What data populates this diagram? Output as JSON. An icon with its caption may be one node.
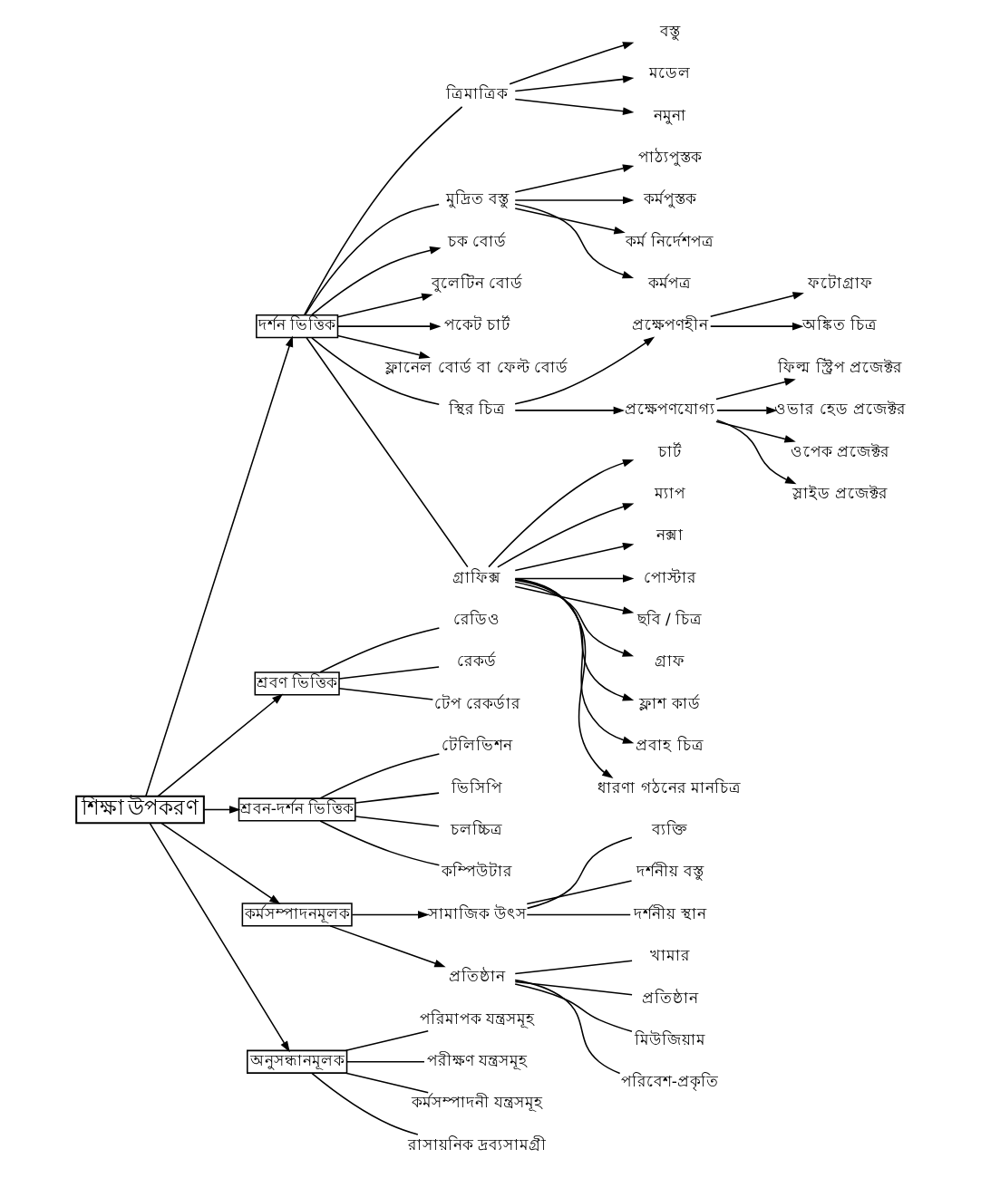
{
  "diagram": {
    "nodes": [
      {
        "text": [
          "শিক্ষা উপকরণ"
        ]
      },
      {
        "text": [
          "দর্শন ভিত্তিক"
        ]
      },
      {
        "text": [
          "শ্রবণ ভিত্তিক"
        ]
      },
      {
        "text": [
          "শ্রবন-দর্শন ভিত্তিক"
        ]
      },
      {
        "text": [
          "কর্মসম্পাদনমূলক"
        ]
      },
      {
        "text": [
          "অনুসন্ধানমূলক"
        ]
      },
      {
        "text": [
          "ত্রিমাত্রিক"
        ]
      },
      {
        "text": [
          "বস্তু"
        ]
      },
      {
        "text": [
          "মডেল"
        ]
      },
      {
        "text": [
          "নমুনা"
        ]
      },
      {
        "text": [
          "মুদ্রিত বস্তু"
        ]
      },
      {
        "text": [
          "পাঠ্যপুস্তক"
        ]
      },
      {
        "text": [
          "কর্মপুস্তক"
        ]
      },
      {
        "text": [
          "কর্ম নির্দেশপত্র"
        ]
      },
      {
        "text": [
          "কর্মপত্র"
        ]
      },
      {
        "text": [
          "চক বোর্ড"
        ]
      },
      {
        "text": [
          "বুলেটিন বোর্ড"
        ]
      },
      {
        "text": [
          "পকেট চার্ট"
        ]
      },
      {
        "text": [
          "ফ্লানেল বোর্ড বা ফেল্ট বোর্ড"
        ]
      },
      {
        "text": [
          "স্থির চিত্র"
        ]
      },
      {
        "text": [
          "প্রক্ষেপণহীন"
        ]
      },
      {
        "text": [
          "ফটোগ্রাফ"
        ]
      },
      {
        "text": [
          "অঙ্কিত চিত্র"
        ]
      },
      {
        "text": [
          "প্রক্ষেপণযোগ্য"
        ]
      },
      {
        "text": [
          "ফিল্ম স্ট্রিপ প্রজেক্টর"
        ]
      },
      {
        "text": [
          "ওভার হেড প্রজেক্টর"
        ]
      },
      {
        "text": [
          "ওপেক প্রজেক্টর"
        ]
      },
      {
        "text": [
          "স্লাইড প্রজেক্টর"
        ]
      },
      {
        "text": [
          "গ্রাফিক্স"
        ]
      },
      {
        "text": [
          "চার্ট"
        ]
      },
      {
        "text": [
          "ম্যাপ"
        ]
      },
      {
        "text": [
          "নক্সা"
        ]
      },
      {
        "text": [
          "পোস্টার"
        ]
      },
      {
        "text": [
          "ছবি / চিত্র"
        ]
      },
      {
        "text": [
          "গ্রাফ"
        ]
      },
      {
        "text": [
          "ফ্লাশ কার্ড"
        ]
      },
      {
        "text": [
          "প্রবাহ চিত্র"
        ]
      },
      {
        "text": [
          "ধারণা গঠনের মানচিত্র"
        ]
      },
      {
        "text": [
          "রেডিও"
        ]
      },
      {
        "text": [
          "রেকর্ড"
        ]
      },
      {
        "text": [
          "টেপ রেকর্ডার"
        ]
      },
      {
        "text": [
          "টেলিভিশন"
        ]
      },
      {
        "text": [
          "ভিসিপি"
        ]
      },
      {
        "text": [
          "চলচ্চিত্র"
        ]
      },
      {
        "text": [
          "কম্পিউটার"
        ]
      },
      {
        "text": [
          "সামাজিক উৎস"
        ]
      },
      {
        "text": [
          "ব্যক্তি"
        ]
      },
      {
        "text": [
          "দর্শনীয় বস্তু"
        ]
      },
      {
        "text": [
          "দর্শনীয় স্থান"
        ]
      },
      {
        "text": [
          "প্রতিষ্ঠান"
        ]
      },
      {
        "text": [
          "খামার"
        ]
      },
      {
        "text": [
          "প্রতিষ্ঠান"
        ]
      },
      {
        "text": [
          "মিউজিয়াম"
        ]
      },
      {
        "text": [
          "পরিবেশ-প্রকৃতি"
        ]
      },
      {
        "text": [
          "পরিমাপক যন্ত্রসমূহ"
        ]
      },
      {
        "text": [
          "পরীক্ষণ যন্ত্রসমূহ"
        ]
      },
      {
        "text": [
          "কর্মসম্পাদনী যন্ত্রসমূহ"
        ]
      },
      {
        "text": [
          "রাসায়নিক দ্রব্যসামগ্রী"
        ]
      }
    ],
    "edges": [
      {
        "from": 0,
        "to": 1,
        "arrow": "to"
      },
      {
        "from": 0,
        "to": 2,
        "arrow": "to"
      },
      {
        "from": 0,
        "to": 3,
        "arrow": "to"
      },
      {
        "from": 0,
        "to": 4,
        "arrow": "to"
      },
      {
        "from": 0,
        "to": 5,
        "arrow": "to"
      },
      {
        "from": 1,
        "to": 6,
        "arrow": "none"
      },
      {
        "from": 6,
        "to": 7,
        "arrow": "to"
      },
      {
        "from": 6,
        "to": 8,
        "arrow": "to"
      },
      {
        "from": 6,
        "to": 9,
        "arrow": "to"
      },
      {
        "from": 1,
        "to": 10,
        "arrow": "none"
      },
      {
        "from": 10,
        "to": 11,
        "arrow": "to"
      },
      {
        "from": 10,
        "to": 12,
        "arrow": "to"
      },
      {
        "from": 10,
        "to": 13,
        "arrow": "to"
      },
      {
        "from": 10,
        "to": 14,
        "arrow": "to"
      },
      {
        "from": 1,
        "to": 15,
        "arrow": "to"
      },
      {
        "from": 1,
        "to": 16,
        "arrow": "to"
      },
      {
        "from": 1,
        "to": 17,
        "arrow": "to"
      },
      {
        "from": 1,
        "to": 18,
        "arrow": "to"
      },
      {
        "from": 1,
        "to": 19,
        "arrow": "none"
      },
      {
        "from": 19,
        "to": 20,
        "arrow": "to"
      },
      {
        "from": 20,
        "to": 21,
        "arrow": "to"
      },
      {
        "from": 20,
        "to": 22,
        "arrow": "to"
      },
      {
        "from": 19,
        "to": 23,
        "arrow": "to"
      },
      {
        "from": 23,
        "to": 24,
        "arrow": "to"
      },
      {
        "from": 23,
        "to": 25,
        "arrow": "to"
      },
      {
        "from": 23,
        "to": 26,
        "arrow": "to"
      },
      {
        "from": 23,
        "to": 27,
        "arrow": "to"
      },
      {
        "from": 1,
        "to": 28,
        "arrow": "none"
      },
      {
        "from": 28,
        "to": 29,
        "arrow": "to"
      },
      {
        "from": 28,
        "to": 30,
        "arrow": "to"
      },
      {
        "from": 28,
        "to": 31,
        "arrow": "to"
      },
      {
        "from": 28,
        "to": 32,
        "arrow": "to"
      },
      {
        "from": 28,
        "to": 33,
        "arrow": "to"
      },
      {
        "from": 28,
        "to": 34,
        "arrow": "to"
      },
      {
        "from": 28,
        "to": 35,
        "arrow": "to"
      },
      {
        "from": 28,
        "to": 36,
        "arrow": "to"
      },
      {
        "from": 28,
        "to": 37,
        "arrow": "to"
      },
      {
        "from": 2,
        "to": 38,
        "arrow": "none"
      },
      {
        "from": 2,
        "to": 39,
        "arrow": "none"
      },
      {
        "from": 2,
        "to": 40,
        "arrow": "none"
      },
      {
        "from": 3,
        "to": 41,
        "arrow": "none"
      },
      {
        "from": 3,
        "to": 42,
        "arrow": "none"
      },
      {
        "from": 3,
        "to": 43,
        "arrow": "none"
      },
      {
        "from": 3,
        "to": 44,
        "arrow": "none"
      },
      {
        "from": 4,
        "to": 45,
        "arrow": "to"
      },
      {
        "from": 4,
        "to": 49,
        "arrow": "to"
      },
      {
        "from": 45,
        "to": 46,
        "arrow": "none"
      },
      {
        "from": 45,
        "to": 47,
        "arrow": "none"
      },
      {
        "from": 45,
        "to": 48,
        "arrow": "none"
      },
      {
        "from": 49,
        "to": 50,
        "arrow": "none"
      },
      {
        "from": 49,
        "to": 51,
        "arrow": "none"
      },
      {
        "from": 49,
        "to": 52,
        "arrow": "none"
      },
      {
        "from": 49,
        "to": 53,
        "arrow": "none"
      },
      {
        "from": 5,
        "to": 54,
        "arrow": "none"
      },
      {
        "from": 5,
        "to": 55,
        "arrow": "none"
      },
      {
        "from": 5,
        "to": 56,
        "arrow": "none"
      },
      {
        "from": 5,
        "to": 57,
        "arrow": "none"
      }
    ]
  }
}
